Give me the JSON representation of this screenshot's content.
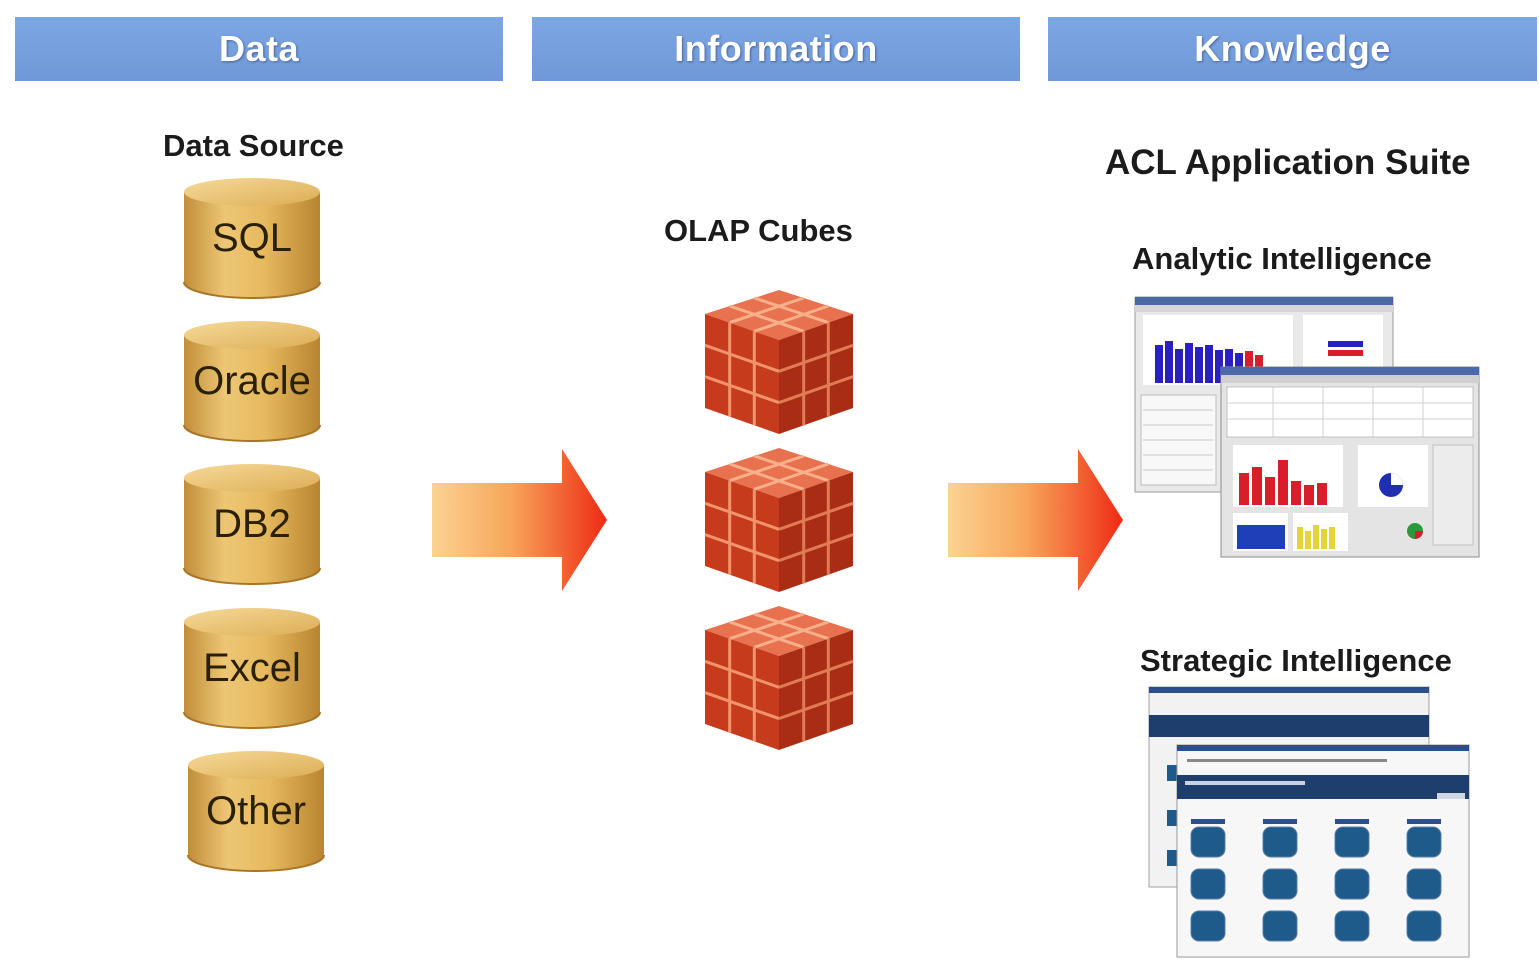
{
  "headers": {
    "data": "Data",
    "information": "Information",
    "knowledge": "Knowledge"
  },
  "data_column": {
    "title": "Data Source",
    "sources": [
      "SQL",
      "Oracle",
      "DB2",
      "Excel",
      "Other"
    ]
  },
  "information_column": {
    "title": "OLAP Cubes"
  },
  "knowledge_column": {
    "title": "ACL Application Suite",
    "analytic_title": "Analytic Intelligence",
    "strategic_title": "Strategic Intelligence"
  },
  "colors": {
    "header_blue": "#6f98d8",
    "cylinder_gold": "#e1b45a",
    "cube_red": "#c23c1e",
    "arrow_start": "#fbd392",
    "arrow_end": "#ee2a14"
  }
}
